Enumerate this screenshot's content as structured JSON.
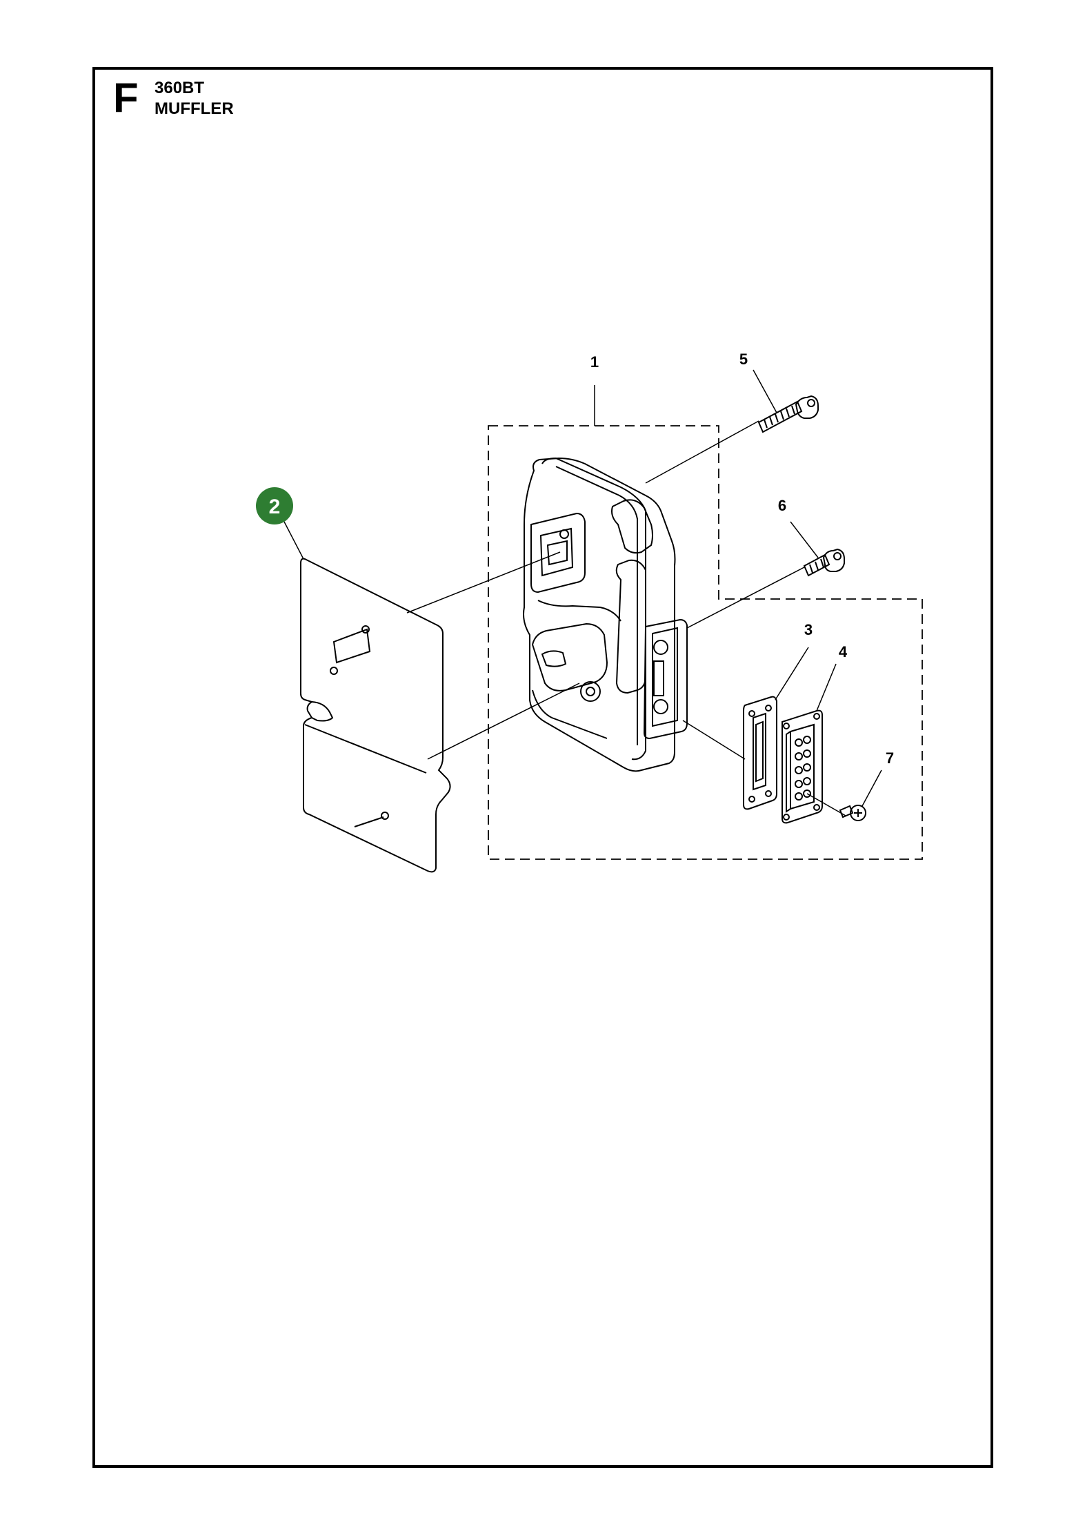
{
  "header": {
    "section_letter": "F",
    "model": "360BT",
    "title": "MUFFLER"
  },
  "callouts": [
    {
      "id": "1",
      "label": "1",
      "highlighted": false
    },
    {
      "id": "2",
      "label": "2",
      "highlighted": true
    },
    {
      "id": "3",
      "label": "3",
      "highlighted": false
    },
    {
      "id": "4",
      "label": "4",
      "highlighted": false
    },
    {
      "id": "5",
      "label": "5",
      "highlighted": false
    },
    {
      "id": "6",
      "label": "6",
      "highlighted": false
    },
    {
      "id": "7",
      "label": "7",
      "highlighted": false
    }
  ],
  "colors": {
    "highlight_badge": "#2e7d32",
    "line": "#000000",
    "background": "#ffffff"
  }
}
